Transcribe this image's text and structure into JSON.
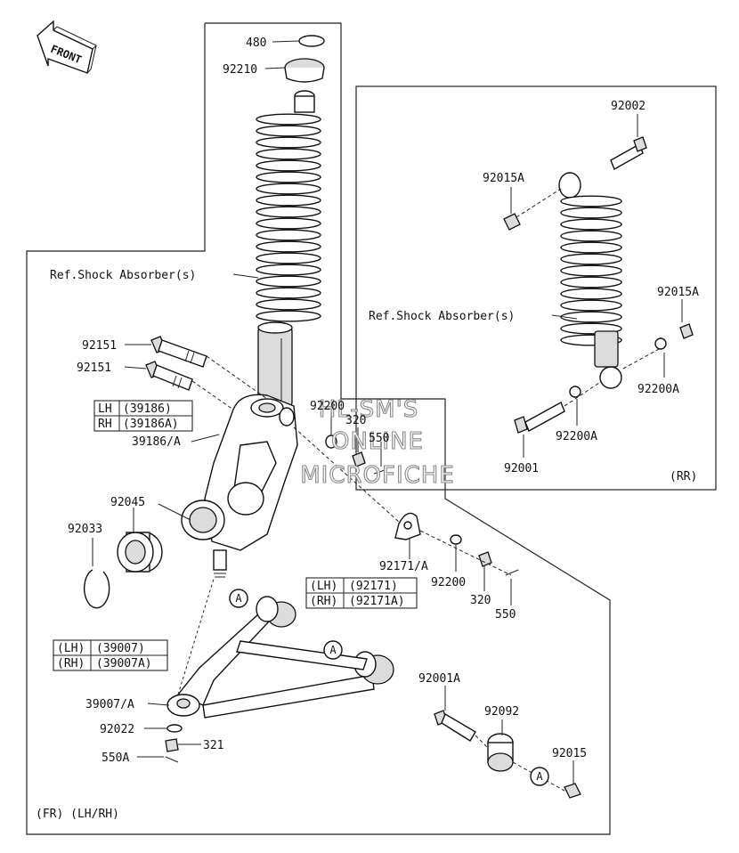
{
  "front_arrow": {
    "label": "FRONT"
  },
  "watermark": {
    "lines": [
      "HL-SM'S",
      "ONLINE",
      "MICROFICHE"
    ]
  },
  "callouts": [
    {
      "id": "c480",
      "text": "480"
    },
    {
      "id": "c92210",
      "text": "92210"
    },
    {
      "id": "c-ref-front",
      "text": "Ref.Shock Absorber(s)"
    },
    {
      "id": "c92151a",
      "text": "92151"
    },
    {
      "id": "c92151b",
      "text": "92151"
    },
    {
      "id": "c39186a",
      "text": "39186/A"
    },
    {
      "id": "c92200a",
      "text": "92200"
    },
    {
      "id": "c320a",
      "text": "320"
    },
    {
      "id": "c550a",
      "text": "550"
    },
    {
      "id": "c92045",
      "text": "92045"
    },
    {
      "id": "c92033",
      "text": "92033"
    },
    {
      "id": "c92171a",
      "text": "92171/A"
    },
    {
      "id": "c92200b",
      "text": "92200"
    },
    {
      "id": "c320b",
      "text": "320"
    },
    {
      "id": "c550b",
      "text": "550"
    },
    {
      "id": "c39007a",
      "text": "39007/A"
    },
    {
      "id": "c92022",
      "text": "92022"
    },
    {
      "id": "c321",
      "text": "321"
    },
    {
      "id": "c550A",
      "text": "550A"
    },
    {
      "id": "c92001A",
      "text": "92001A"
    },
    {
      "id": "c92092",
      "text": "92092"
    },
    {
      "id": "c92015",
      "text": "92015"
    },
    {
      "id": "c92002",
      "text": "92002"
    },
    {
      "id": "c92015A1",
      "text": "92015A"
    },
    {
      "id": "c92015A2",
      "text": "92015A"
    },
    {
      "id": "c-ref-rear",
      "text": "Ref.Shock Absorber(s)"
    },
    {
      "id": "c92200A1",
      "text": "92200A"
    },
    {
      "id": "c92200A2",
      "text": "92200A"
    },
    {
      "id": "c92001",
      "text": "92001"
    }
  ],
  "tables": {
    "knuckle": [
      [
        "LH",
        "(39186)"
      ],
      [
        "RH",
        "(39186A)"
      ]
    ],
    "bracket": [
      [
        "(LH)",
        "(92171)"
      ],
      [
        "(RH)",
        "(92171A)"
      ]
    ],
    "arm": [
      [
        "(LH)",
        "(39007)"
      ],
      [
        "(RH)",
        "(39007A)"
      ]
    ]
  },
  "circle_markers": [
    "A",
    "A",
    "A"
  ],
  "notes": {
    "rear_note": "(RR)",
    "front_note": "(FR) (LH/RH)"
  }
}
